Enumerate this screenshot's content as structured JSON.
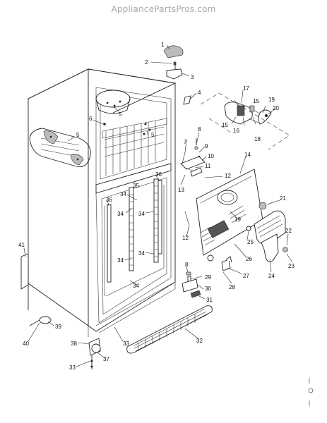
{
  "watermark": "AppliancePartsPros.com",
  "callouts": [
    {
      "id": "c1",
      "label": "1"
    },
    {
      "id": "c2",
      "label": "2"
    },
    {
      "id": "c3",
      "label": "3"
    },
    {
      "id": "c4",
      "label": "4"
    },
    {
      "id": "c5a",
      "label": "5"
    },
    {
      "id": "c5b",
      "label": "5"
    },
    {
      "id": "c5c",
      "label": "5"
    },
    {
      "id": "c6",
      "label": "6"
    },
    {
      "id": "c7",
      "label": "7"
    },
    {
      "id": "c8a",
      "label": "8"
    },
    {
      "id": "c8b",
      "label": "8"
    },
    {
      "id": "c9",
      "label": "9"
    },
    {
      "id": "c10",
      "label": "10"
    },
    {
      "id": "c11",
      "label": "11"
    },
    {
      "id": "c12a",
      "label": "12"
    },
    {
      "id": "c12b",
      "label": "12"
    },
    {
      "id": "c13",
      "label": "13"
    },
    {
      "id": "c14",
      "label": "14"
    },
    {
      "id": "c15a",
      "label": "15"
    },
    {
      "id": "c15b",
      "label": "15"
    },
    {
      "id": "c16",
      "label": "16"
    },
    {
      "id": "c17",
      "label": "17"
    },
    {
      "id": "c18",
      "label": "18"
    },
    {
      "id": "c19a",
      "label": "19"
    },
    {
      "id": "c19b",
      "label": "19"
    },
    {
      "id": "c20",
      "label": "20"
    },
    {
      "id": "c21",
      "label": "21"
    },
    {
      "id": "c22",
      "label": "22"
    },
    {
      "id": "c23",
      "label": "23"
    },
    {
      "id": "c24",
      "label": "24"
    },
    {
      "id": "c25",
      "label": "25"
    },
    {
      "id": "c26",
      "label": "26"
    },
    {
      "id": "c27",
      "label": "27"
    },
    {
      "id": "c28",
      "label": "28"
    },
    {
      "id": "c29",
      "label": "29"
    },
    {
      "id": "c30",
      "label": "30"
    },
    {
      "id": "c31",
      "label": "31"
    },
    {
      "id": "c32",
      "label": "32"
    },
    {
      "id": "c33a",
      "label": "33"
    },
    {
      "id": "c33b",
      "label": "33"
    },
    {
      "id": "c34a",
      "label": "34"
    },
    {
      "id": "c34b",
      "label": "34"
    },
    {
      "id": "c34c",
      "label": "34"
    },
    {
      "id": "c34d",
      "label": "34"
    },
    {
      "id": "c34e",
      "label": "34"
    },
    {
      "id": "c34f",
      "label": "34"
    },
    {
      "id": "c35",
      "label": "35"
    },
    {
      "id": "c36a",
      "label": "36"
    },
    {
      "id": "c36b",
      "label": "36"
    },
    {
      "id": "c37",
      "label": "37"
    },
    {
      "id": "c38",
      "label": "38"
    },
    {
      "id": "c39",
      "label": "39"
    },
    {
      "id": "c40",
      "label": "40"
    },
    {
      "id": "c41",
      "label": "41"
    }
  ]
}
